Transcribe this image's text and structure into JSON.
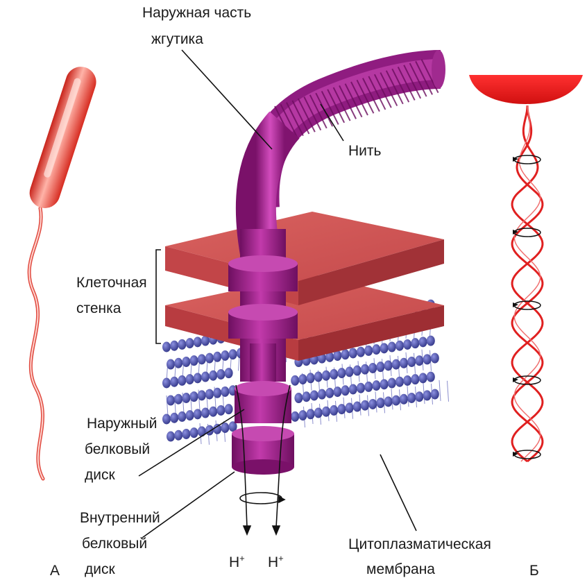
{
  "labels": {
    "outer_part": [
      "Наружная часть",
      "жгутика"
    ],
    "filament": "Нить",
    "cell_wall": [
      "Клеточная",
      "стенка"
    ],
    "outer_disk": [
      "Наружный",
      "белковый",
      "диск"
    ],
    "inner_disk": [
      "Внутренний",
      "белковый",
      "диск"
    ],
    "membrane": [
      "Цитоплазматическая",
      "мембрана"
    ],
    "proton": "H",
    "proton_charge": "+",
    "panel_a": "А",
    "panel_b": "Б"
  },
  "colors": {
    "flagellum": "#b0259a",
    "cell_wall": "#c9464a",
    "membrane": "#4a4fa8",
    "bacterium": "#e8352a",
    "helix": "#e02020"
  }
}
